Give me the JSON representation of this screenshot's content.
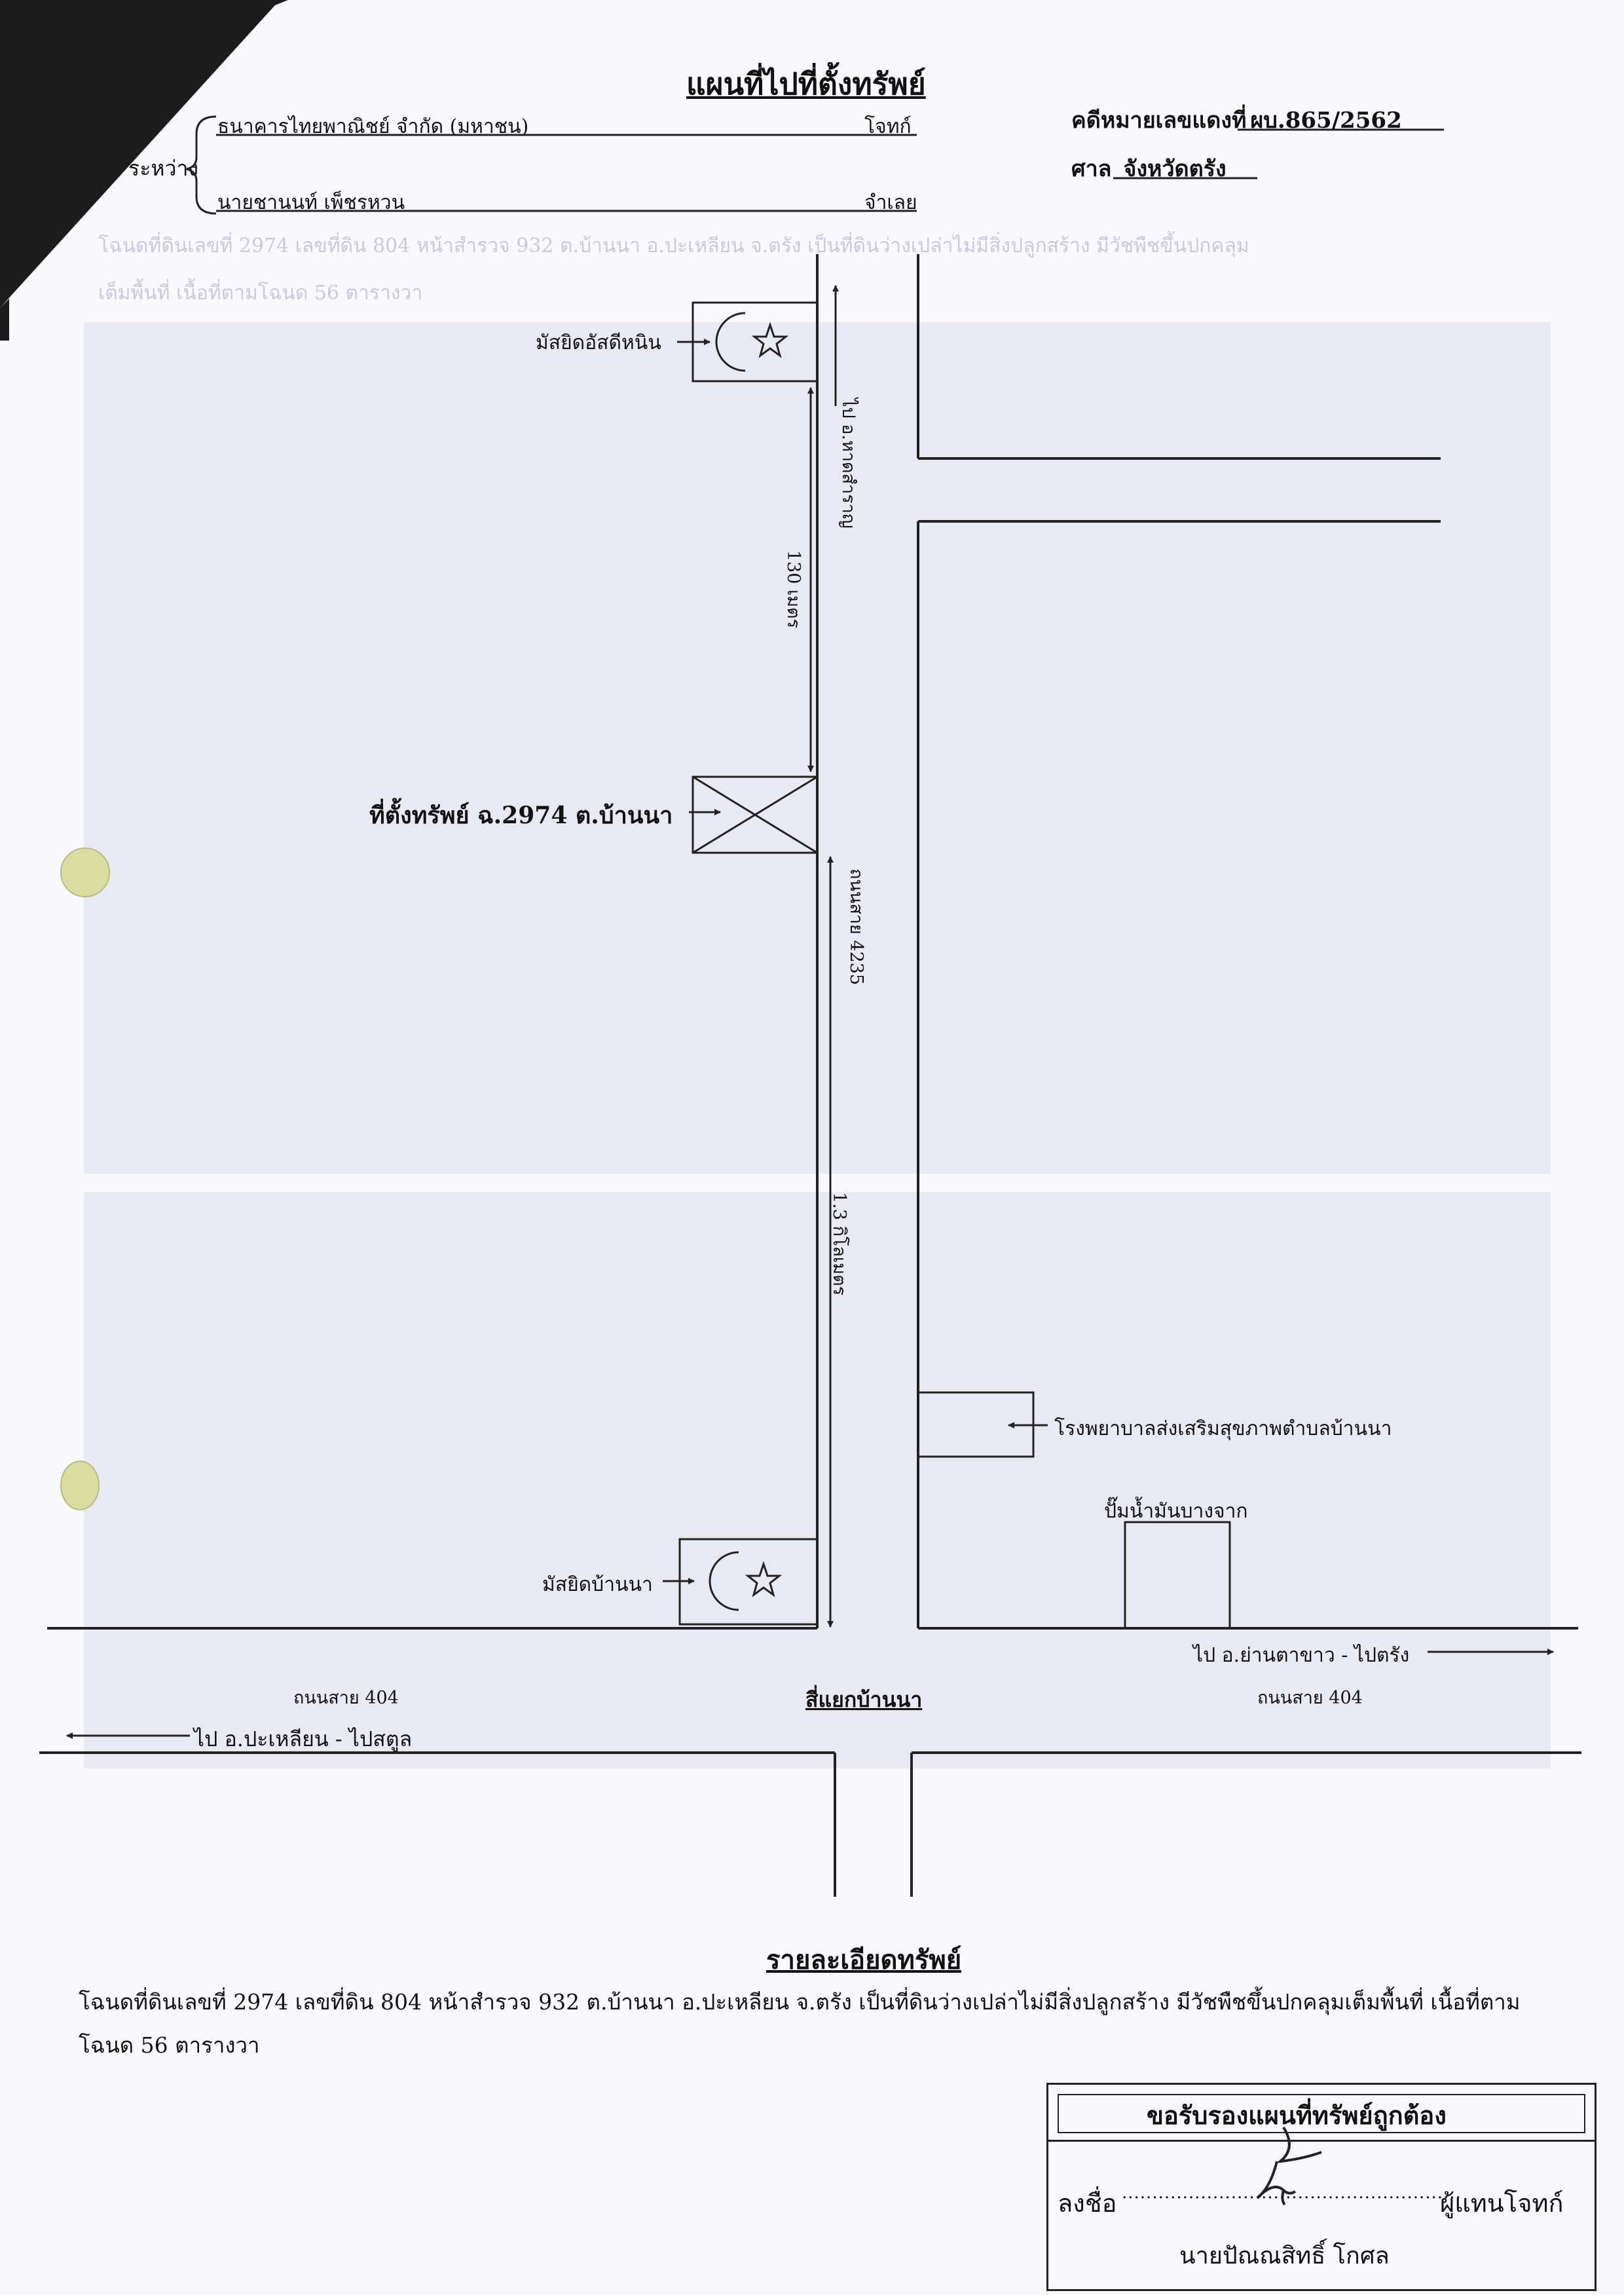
{
  "header": {
    "title": "แผนที่ไปที่ตั้งทรัพย์",
    "between_label": "ระหว่าง",
    "plaintiff_name": "ธนาคารไทยพาณิชย์ จำกัด (มหาชน)",
    "plaintiff_role": "โจทก์",
    "defendant_name": "นายชานนท์    เพ็ชรหวน",
    "defendant_role": "จำเลย",
    "case_prefix": "คดีหมายเลขแดงที่",
    "case_number": "ผบ.865/2562",
    "court_prefix": "ศาล",
    "court_name": "จังหวัดตรัง"
  },
  "map": {
    "mosque_north": "มัสยิดอัสดีหนิน",
    "property": "ที่ตั้งทรัพย์ ฉ.2974  ต.บ้านนา",
    "distance_north": "130 เมตร",
    "to_north": "ไป อ.หาดสำราญ",
    "road_4235": "ถนนสาย 4235",
    "distance_south": "1.3  กิโลเมตร",
    "hospital": "โรงพยาบาลส่งเสริมสุขภาพตำบลบ้านนา",
    "gas_station": "ปั๊มน้ำมันบางจาก",
    "mosque_south": "มัสยิดบ้านนา",
    "to_east": "ไป อ.ย่านตาขาว  -  ไปตรัง",
    "road_404_left": "ถนนสาย  404",
    "road_404_right": "ถนนสาย  404",
    "junction": "สี่แยกบ้านนา",
    "to_west": "ไป อ.ปะเหลียน  -  ไปสตูล"
  },
  "details": {
    "heading": "รายละเอียดทรัพย์",
    "body": "โฉนดที่ดินเลขที่  2974  เลขที่ดิน  804  หน้าสำรวจ  932  ต.บ้านนา  อ.ปะเหลียน  จ.ตรัง  เป็นที่ดินว่างเปล่าไม่มีสิ่งปลูกสร้าง  มีวัชพืชขึ้นปกคลุมเต็มพื้นที่  เนื้อที่ตามโฉนด  56  ตารางวา"
  },
  "certification": {
    "heading": "ขอรับรองแผนที่ทรัพย์ถูกต้อง",
    "sign_label": "ลงชื่อ",
    "dots": "........................................................",
    "role": "ผู้แทนโจทก์",
    "name": "นายปัณณสิทธิ์      โกศล"
  },
  "ghost": {
    "line1": "โฉนดที่ดินเลขที่  2974  เลขที่ดิน  804  หน้าสำรวจ  932  ต.บ้านนา  อ.ปะเหลียน  จ.ตรัง  เป็นที่ดินว่างเปล่าไม่มีสิ่งปลูกสร้าง  มีวัชพืชขึ้นปกคลุม",
    "line2": "เต็มพื้นที่  เนื้อที่ตามโฉนด  56  ตารางวา"
  }
}
